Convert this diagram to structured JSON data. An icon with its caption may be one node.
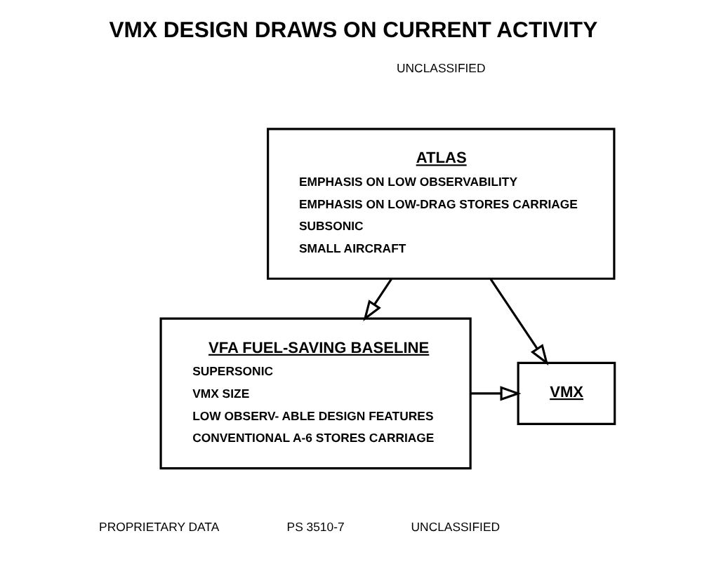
{
  "diagram": {
    "title": "VMX DESIGN DRAWS ON CURRENT ACTIVITY",
    "nodes": [
      {
        "text": [
          "ATLAS",
          "EMPHASIS ON LOW OBSERVABILITY",
          "EMPHASIS ON LOW-DRAG STORES CARRIAGE",
          "SUBSONIC",
          "SMALL AIRCRAFT"
        ]
      },
      {
        "text": [
          "VFA FUEL-SAVING BASELINE",
          "SUPERSONIC",
          "VMX SIZE",
          "LOW OBSERV- ABLE DESIGN FEATURES",
          "CONVENTIONAL A-6 STORES CARRIAGE"
        ]
      },
      {
        "text": [
          "VMX"
        ]
      }
    ],
    "edges": [
      {
        "from": 0,
        "to": 1,
        "arrow": "to"
      },
      {
        "from": 0,
        "to": 2,
        "arrow": "to"
      },
      {
        "from": 1,
        "to": 2,
        "arrow": "to"
      }
    ],
    "labels": [
      "UNCLASSIFIED",
      "PROPRIETARY DATA",
      "PS 3510-7",
      "UNCLASSIFIED"
    ]
  }
}
